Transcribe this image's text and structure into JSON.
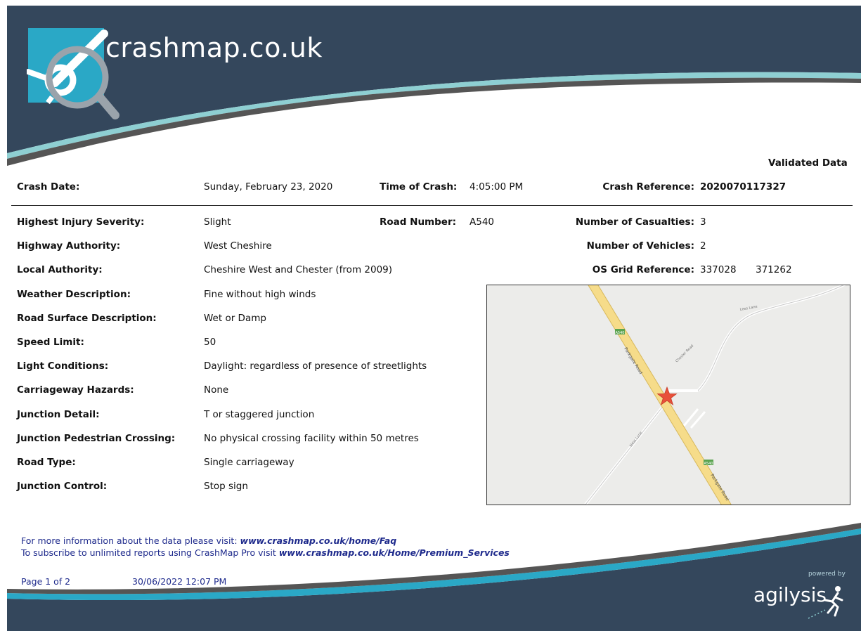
{
  "brand": {
    "name": "crashmap.co.uk",
    "powered_by": "powered by",
    "partner": "agilysis"
  },
  "validated_label": "Validated Data",
  "crash": {
    "date_label": "Crash Date:",
    "date_value": "Sunday, February 23, 2020",
    "time_label": "Time of Crash:",
    "time_value": "4:05:00 PM",
    "ref_label": "Crash Reference:",
    "ref_value": "2020070117327"
  },
  "details": [
    {
      "label": "Highest Injury Severity:",
      "value": "Slight"
    },
    {
      "label": "Highway Authority:",
      "value": "West Cheshire"
    },
    {
      "label": "Local Authority:",
      "value": "Cheshire West and Chester (from 2009)"
    },
    {
      "label": "Weather Description:",
      "value": "Fine without high winds"
    },
    {
      "label": "Road Surface Description:",
      "value": "Wet or Damp"
    },
    {
      "label": "Speed Limit:",
      "value": "50"
    },
    {
      "label": "Light Conditions:",
      "value": "Daylight: regardless of presence of streetlights"
    },
    {
      "label": "Carriageway Hazards:",
      "value": "None"
    },
    {
      "label": "Junction Detail:",
      "value": "T or staggered junction"
    },
    {
      "label": "Junction Pedestrian Crossing:",
      "value": "No physical crossing facility within 50 metres"
    },
    {
      "label": "Road Type:",
      "value": "Single carriageway"
    },
    {
      "label": "Junction Control:",
      "value": "Stop sign"
    }
  ],
  "road_number": {
    "label": "Road Number:",
    "value": "A540"
  },
  "casualties": {
    "label": "Number of Casualties:",
    "value": "3"
  },
  "vehicles": {
    "label": "Number of Vehicles:",
    "value": "2"
  },
  "grid_ref": {
    "label": "OS Grid Reference:",
    "easting": "337028",
    "northing": "371262"
  },
  "map": {
    "road_labels": [
      "Parkgate Road",
      "Parkgate Road",
      "Ness Lane",
      "Chester Road",
      "Lees Lane"
    ],
    "road_badges": [
      "A540",
      "A540"
    ],
    "marker_color": "#e8503a",
    "road_color": "#f6dc8a"
  },
  "footer": {
    "line1_text": "For more information about the data please visit: ",
    "line1_link": "www.crashmap.co.uk/home/Faq",
    "line2_text": "To subscribe to unlimited reports using CrashMap Pro visit ",
    "line2_link": "www.crashmap.co.uk/Home/Premium_Services",
    "page": "Page 1 of 2",
    "printed": "30/06/2022 12:07 PM"
  },
  "colors": {
    "header_navy": "#34475c",
    "swoosh_teal": "#8ecfd2",
    "swoosh_dark": "#5a5a5a",
    "logo_blue": "#2aa8c6",
    "footer_text": "#1e2a8c"
  }
}
